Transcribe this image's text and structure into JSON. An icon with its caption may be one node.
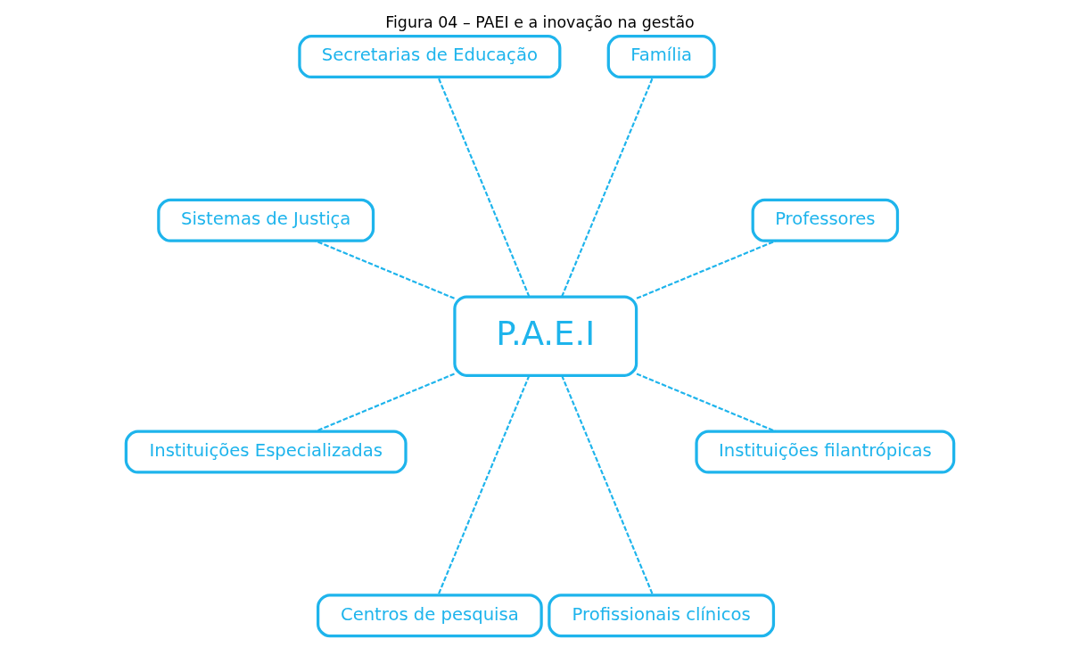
{
  "diagram": {
    "title": "Figura 04 – PAEI e a inovação na gestão",
    "nodes": [
      {
        "text": [
          "P.A.E.I"
        ]
      },
      {
        "text": [
          "Professores"
        ]
      },
      {
        "text": [
          "Família"
        ]
      },
      {
        "text": [
          "Secretarias de Educação"
        ]
      },
      {
        "text": [
          "Sistemas de Justiça"
        ]
      },
      {
        "text": [
          "Instituições Especializadas"
        ]
      },
      {
        "text": [
          "Centros de pesquisa"
        ]
      },
      {
        "text": [
          "Profissionais clínicos"
        ]
      },
      {
        "text": [
          "Instituições filantrópicas"
        ]
      }
    ],
    "edges": [
      {
        "from": 0,
        "to": 1,
        "arrow": "none",
        "style": "dashed"
      },
      {
        "from": 0,
        "to": 2,
        "arrow": "none",
        "style": "dashed"
      },
      {
        "from": 0,
        "to": 3,
        "arrow": "none",
        "style": "dashed"
      },
      {
        "from": 0,
        "to": 4,
        "arrow": "none",
        "style": "dashed"
      },
      {
        "from": 0,
        "to": 5,
        "arrow": "none",
        "style": "dashed"
      },
      {
        "from": 0,
        "to": 6,
        "arrow": "none",
        "style": "dashed"
      },
      {
        "from": 0,
        "to": 7,
        "arrow": "none",
        "style": "dashed"
      },
      {
        "from": 0,
        "to": 8,
        "arrow": "none",
        "style": "dashed"
      }
    ]
  }
}
